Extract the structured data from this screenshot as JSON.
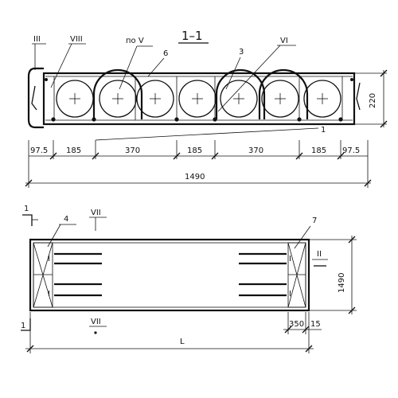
{
  "section": {
    "title": "1–1",
    "callouts": {
      "iii": "III",
      "viii": "VIII",
      "po_v": "по V",
      "six": "6",
      "three": "3",
      "vi": "VI",
      "one": "1"
    },
    "height_dim": "220",
    "segment_dims": [
      "97.5",
      "185",
      "370",
      "185",
      "370",
      "185",
      "97.5"
    ],
    "total_dim": "1490"
  },
  "plan": {
    "cut_marks": [
      "1",
      "1"
    ],
    "vii_top": "VII",
    "vii_bottom": "VII",
    "callout_four": "4",
    "callout_seven": "7",
    "ii_mark": "II",
    "bar_mark": "I",
    "width_dim": "1490",
    "end_dims": [
      "350",
      "15"
    ],
    "length_dim": "L"
  }
}
